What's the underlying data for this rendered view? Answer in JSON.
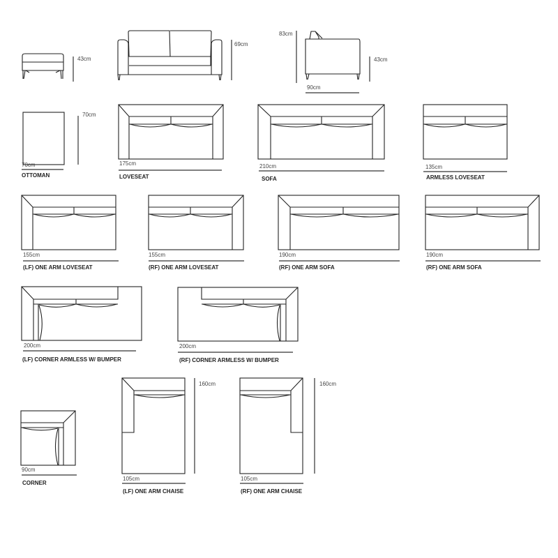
{
  "elevations": {
    "ottoman_height": "43cm",
    "loveseat_height": "69cm",
    "side_back_height": "83cm",
    "side_seat_height": "43cm",
    "side_depth": "90cm"
  },
  "pieces": [
    {
      "name": "OTTOMAN",
      "width": "70cm",
      "depth": "70cm"
    },
    {
      "name": "LOVESEAT",
      "width": "175cm"
    },
    {
      "name": "SOFA",
      "width": "210cm"
    },
    {
      "name": "ARMLESS LOVESEAT",
      "width": "135cm"
    },
    {
      "name": "(LF) ONE ARM LOVESEAT",
      "width": "155cm"
    },
    {
      "name": "(RF) ONE ARM LOVESEAT",
      "width": "155cm"
    },
    {
      "name": "(RF) ONE ARM SOFA",
      "width": "190cm"
    },
    {
      "name": "(RF) ONE ARM SOFA",
      "width": "190cm"
    },
    {
      "name": "(LF) CORNER ARMLESS W/ BUMPER",
      "width": "200cm"
    },
    {
      "name": "(RF) CORNER ARMLESS W/ BUMPER",
      "width": "200cm"
    },
    {
      "name": "CORNER",
      "width": "90cm"
    },
    {
      "name": "(LF) ONE ARM CHAISE",
      "width": "105cm",
      "depth": "160cm"
    },
    {
      "name": "(RF) ONE ARM CHAISE",
      "width": "105cm",
      "depth": "160cm"
    }
  ]
}
